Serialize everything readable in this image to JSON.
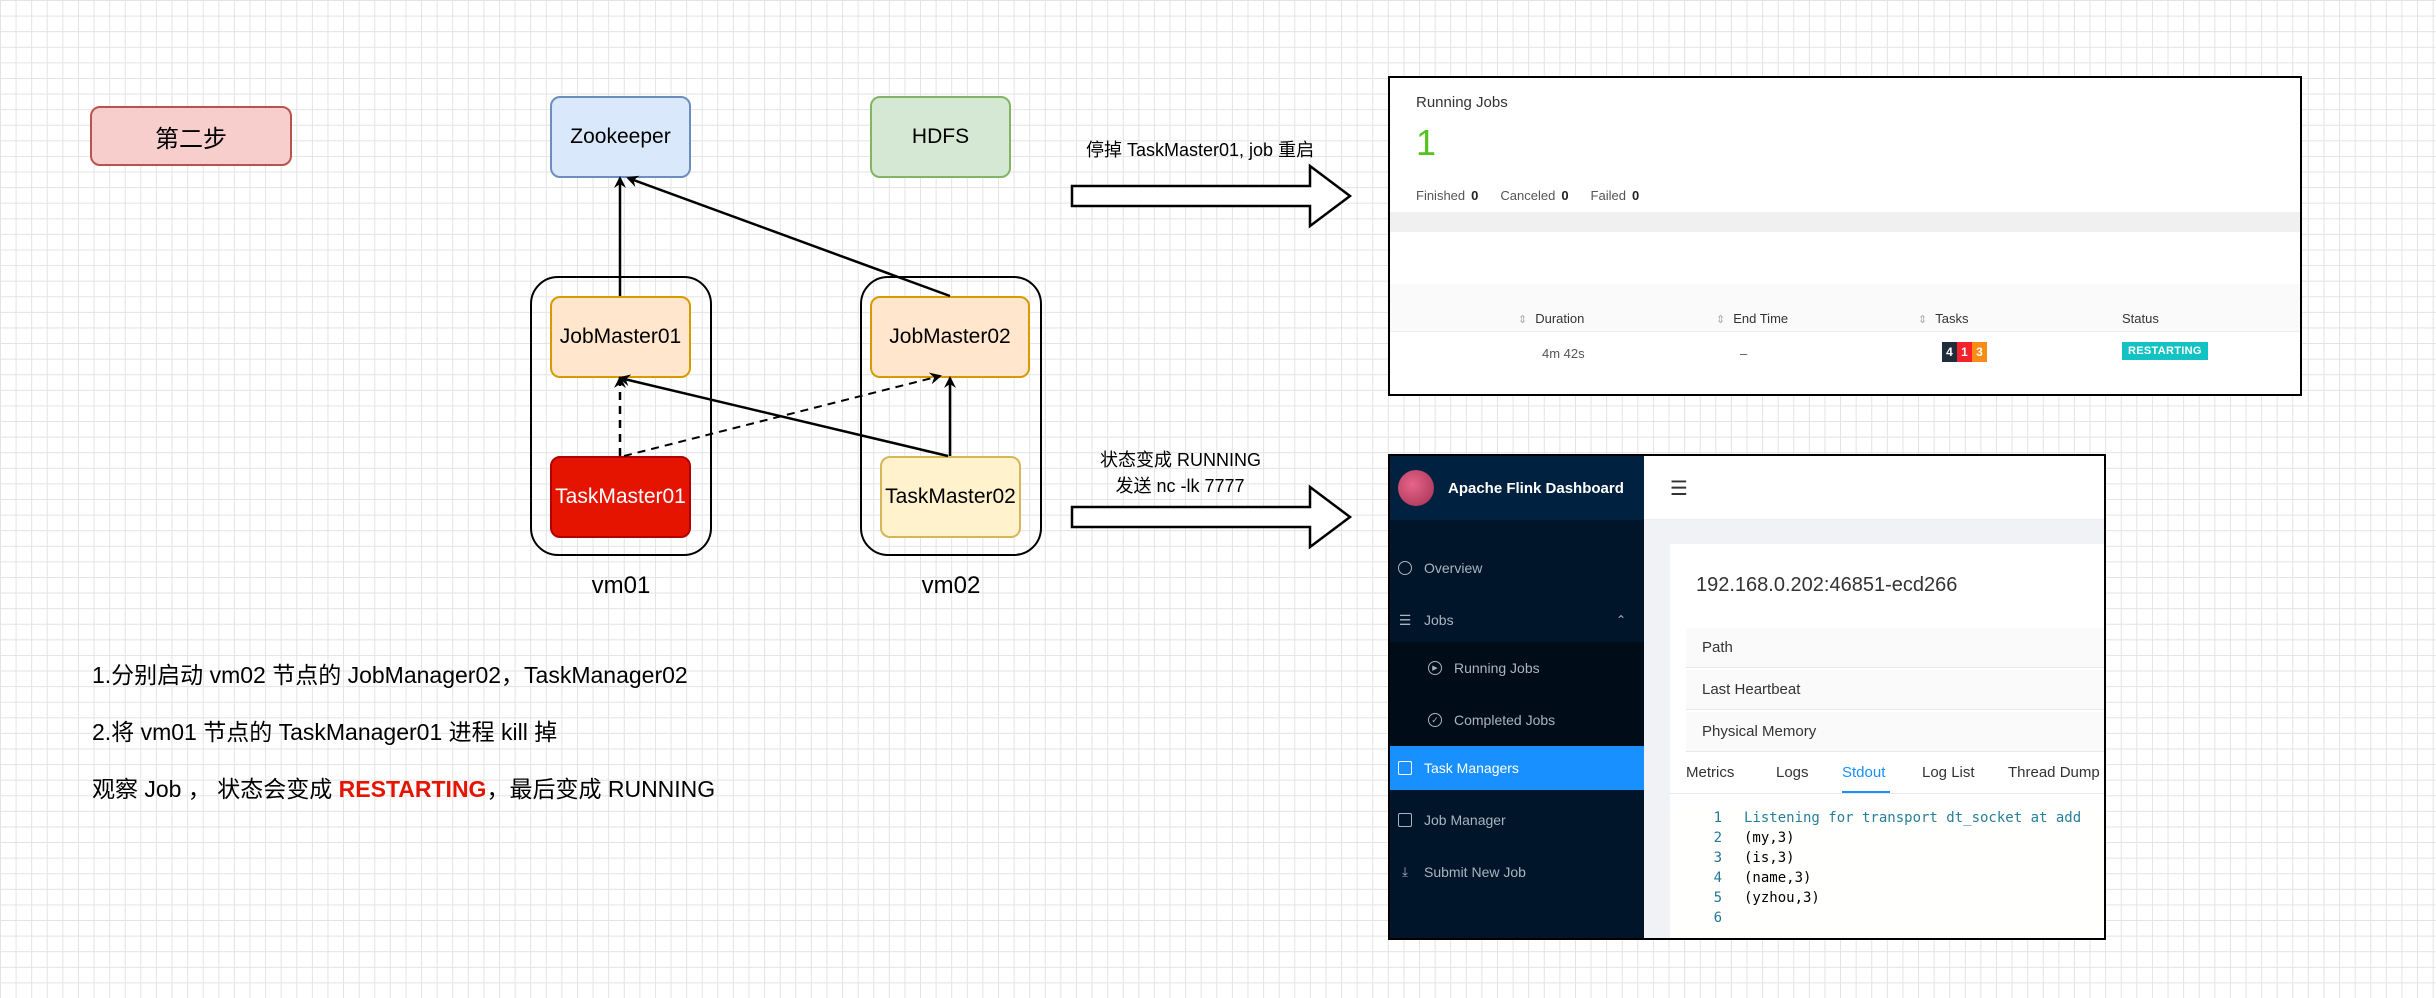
{
  "step_label": "第二步",
  "nodes": {
    "zookeeper": "Zookeeper",
    "hdfs": "HDFS",
    "jobmaster01": "JobMaster01",
    "jobmaster02": "JobMaster02",
    "taskmaster01": "TaskMaster01",
    "taskmaster02": "TaskMaster02"
  },
  "groups": {
    "vm01": "vm01",
    "vm02": "vm02"
  },
  "notes": {
    "line1": "1.分别启动 vm02 节点的 JobManager02，TaskManager02",
    "line2": "2.将 vm01 节点的 TaskManager01 进程 kill 掉",
    "line3_prefix": "观察 Job ， 状态会变成 ",
    "line3_highlight": "RESTARTING",
    "line3_suffix": "，最后变成 RUNNING"
  },
  "arrow_labels": {
    "top": "停掉 TaskMaster01, job 重启",
    "bottom_line1": "状态变成 RUNNING",
    "bottom_line2": "发送 nc -lk 7777"
  },
  "running_jobs_panel": {
    "title": "Running Jobs",
    "count": "1",
    "stats": [
      {
        "label": "Finished",
        "value": "0"
      },
      {
        "label": "Canceled",
        "value": "0"
      },
      {
        "label": "Failed",
        "value": "0"
      }
    ],
    "columns": {
      "duration": "Duration",
      "end_time": "End Time",
      "tasks": "Tasks",
      "status": "Status"
    },
    "row": {
      "duration": "4m 42s",
      "end_time": "–",
      "tasks": [
        {
          "value": "4",
          "color": "#1f2d3d"
        },
        {
          "value": "1",
          "color": "#f5222d"
        },
        {
          "value": "3",
          "color": "#fa8c16"
        }
      ],
      "status": "RESTARTING",
      "status_color": "#13c2c2"
    }
  },
  "dashboard_panel": {
    "brand": "Apache Flink Dashboard",
    "menu": {
      "overview": "Overview",
      "jobs": "Jobs",
      "running_jobs": "Running Jobs",
      "completed_jobs": "Completed Jobs",
      "task_managers": "Task Managers",
      "job_manager": "Job Manager",
      "submit_new_job": "Submit New Job"
    },
    "taskmanager_id": "192.168.0.202:46851-ecd266",
    "descriptions": [
      "Path",
      "Last Heartbeat",
      "Physical Memory"
    ],
    "tabs": [
      "Metrics",
      "Logs",
      "Stdout",
      "Log List",
      "Thread Dump"
    ],
    "active_tab": "Stdout",
    "stdout_lines": [
      {
        "num": "1",
        "text": "Listening for transport dt_socket at add"
      },
      {
        "num": "2",
        "text": "(my,3)"
      },
      {
        "num": "3",
        "text": "(is,3)"
      },
      {
        "num": "4",
        "text": "(name,3)"
      },
      {
        "num": "5",
        "text": "(yzhou,3)"
      },
      {
        "num": "6",
        "text": ""
      }
    ],
    "accent_color": "#1890ff"
  }
}
